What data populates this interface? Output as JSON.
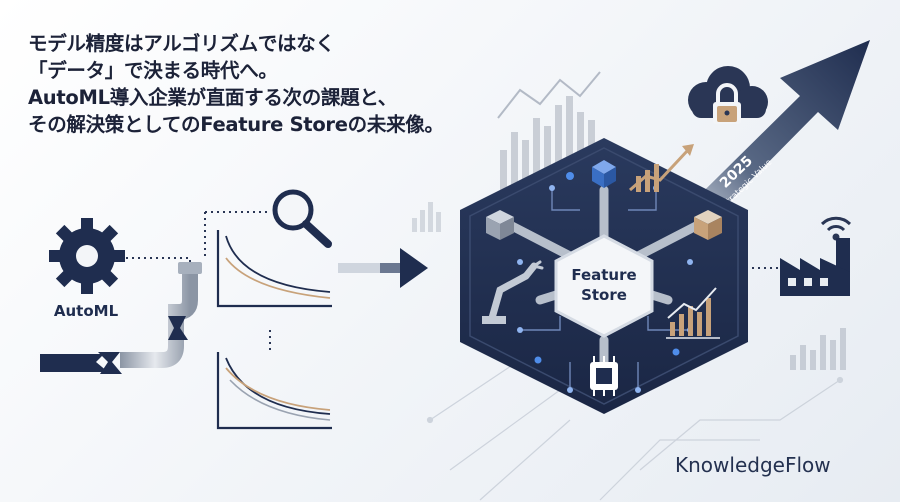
{
  "headline": [
    "モデル精度はアルゴリズムではなく",
    "「データ」で決まる時代へ。",
    "AutoML導入企業が直面する次の課題と、",
    "その解決策としてのFeature Storeの未来像。"
  ],
  "automl_label": "AutoML",
  "hub": {
    "line1": "Feature",
    "line2": "Store"
  },
  "arrow": {
    "year": "2025",
    "caption": "Strategic Value"
  },
  "brand": "KnowledgeFlow",
  "colors": {
    "navy": "#1f2d4f",
    "accent_blue": "#3a7bd5",
    "bronze": "#c8a27a",
    "steel": "#9aa3b1"
  },
  "icons": [
    "gear-icon",
    "magnifier-icon",
    "pipeline-icon",
    "cloud-lock-icon",
    "factory-icon",
    "robot-arm-icon",
    "chip-icon",
    "trend-chart-icon",
    "wifi-icon"
  ]
}
